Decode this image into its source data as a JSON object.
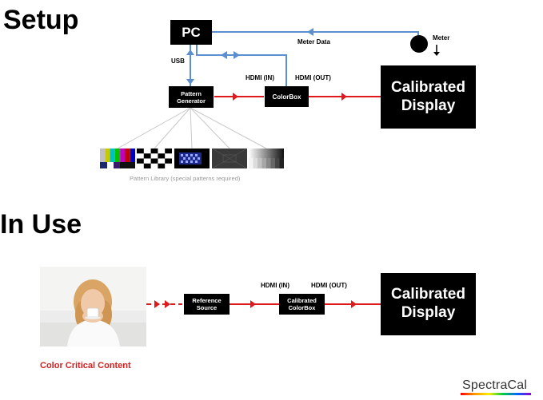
{
  "setup": {
    "heading": "Setup",
    "pc": "PC",
    "meter_label": "Meter",
    "meter_data": "Meter Data",
    "usb": "USB",
    "pattern_generator": "Pattern\nGenerator",
    "hdmi_in": "HDMI (IN)",
    "hdmi_out": "HDMI (OUT)",
    "colorbox": "ColorBox",
    "display": "Calibrated\nDisplay",
    "pattern_library": "Pattern Library (special patterns required)"
  },
  "in_use": {
    "heading": "In Use",
    "reference_source": "Reference\nSource",
    "hdmi_in": "HDMI (IN)",
    "hdmi_out": "HDMI (OUT)",
    "calibrated_colorbox": "Calibrated\nColorBox",
    "display": "Calibrated\nDisplay",
    "content_caption": "Color Critical Content"
  },
  "brand": "SpectraCal",
  "colors": {
    "blue_link": "#5b8fd0",
    "red_signal": "#e0191c",
    "caption_red": "#d42020"
  }
}
